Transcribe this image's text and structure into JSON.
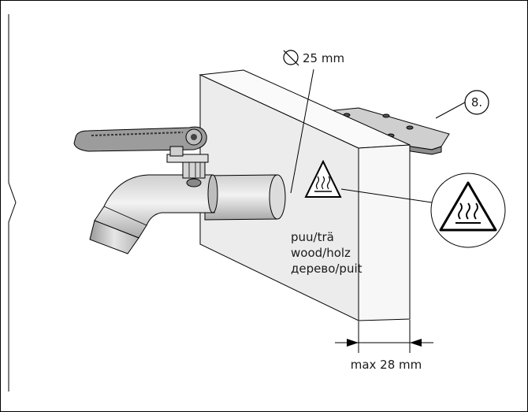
{
  "diameter_label": "25 mm",
  "callout_number": "8.",
  "material_labels": [
    "puu/trä",
    "wood/holz",
    "дерево/puit"
  ],
  "max_thickness_label": "max 28 mm",
  "warning_symbol": "hot-surface-warning-icon"
}
